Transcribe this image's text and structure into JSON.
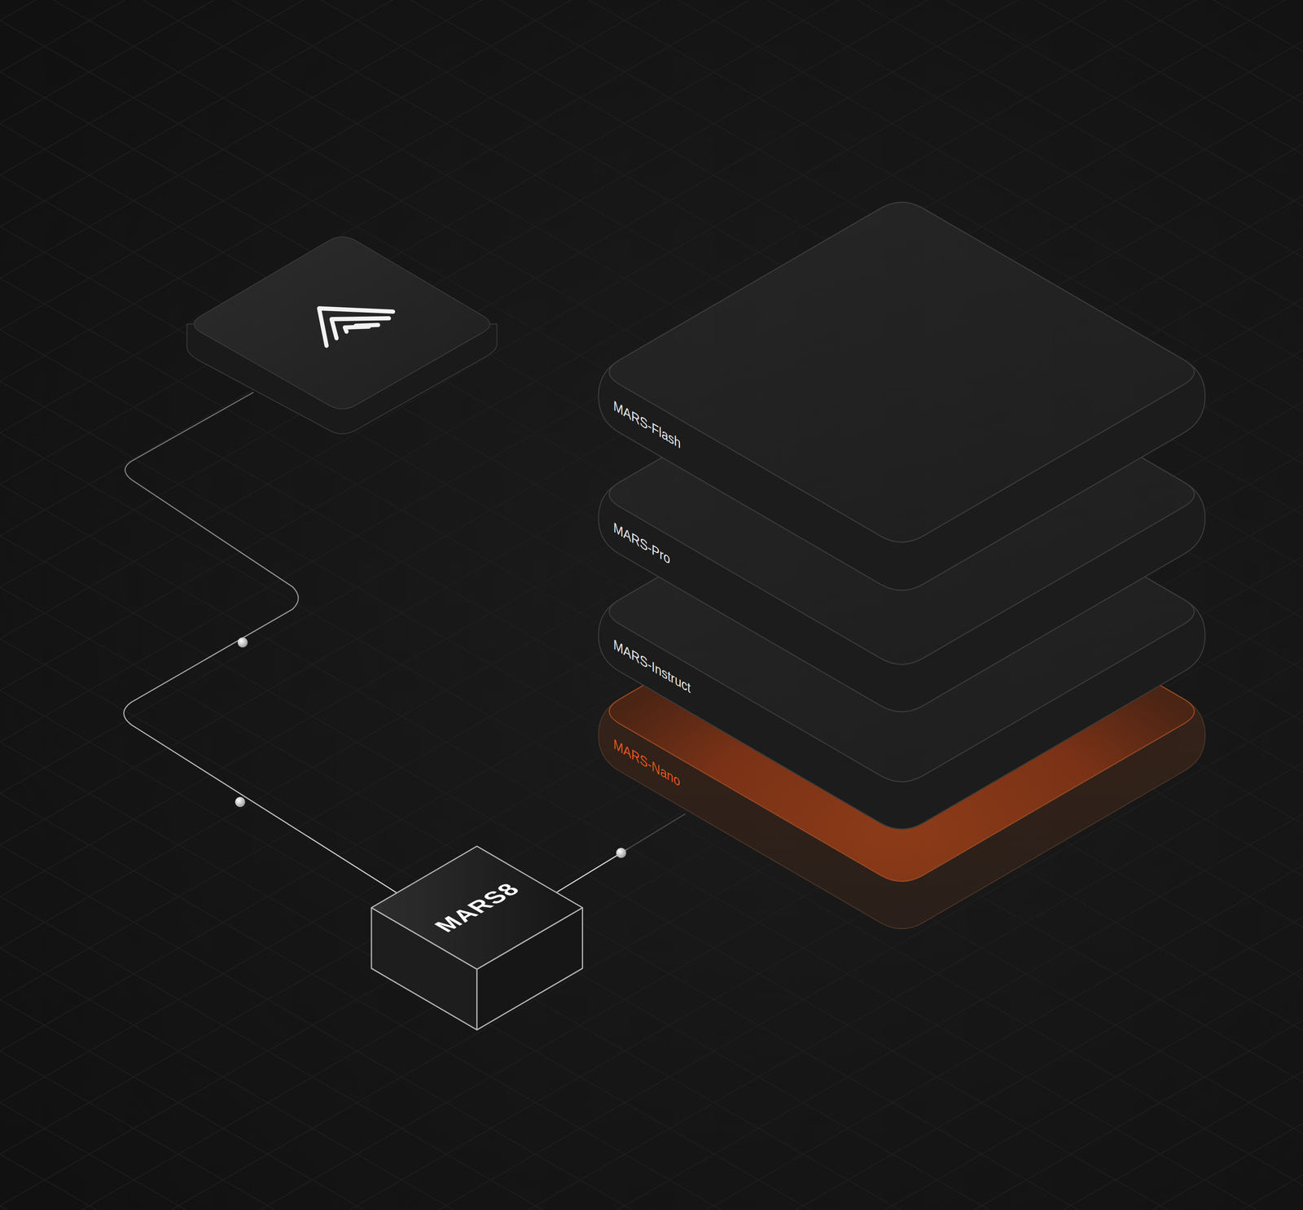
{
  "diagram": {
    "nodes": [
      {
        "text": [
          "MARS-Flash"
        ]
      },
      {
        "text": [
          "MARS-Pro"
        ]
      },
      {
        "text": [
          "MARS-Instruct"
        ]
      },
      {
        "text": [
          "MARS-Nano"
        ]
      },
      {
        "text": [
          "MARS8"
        ]
      }
    ],
    "edges": [
      {
        "from": 4,
        "to": 3,
        "arrow": "none"
      }
    ]
  }
}
